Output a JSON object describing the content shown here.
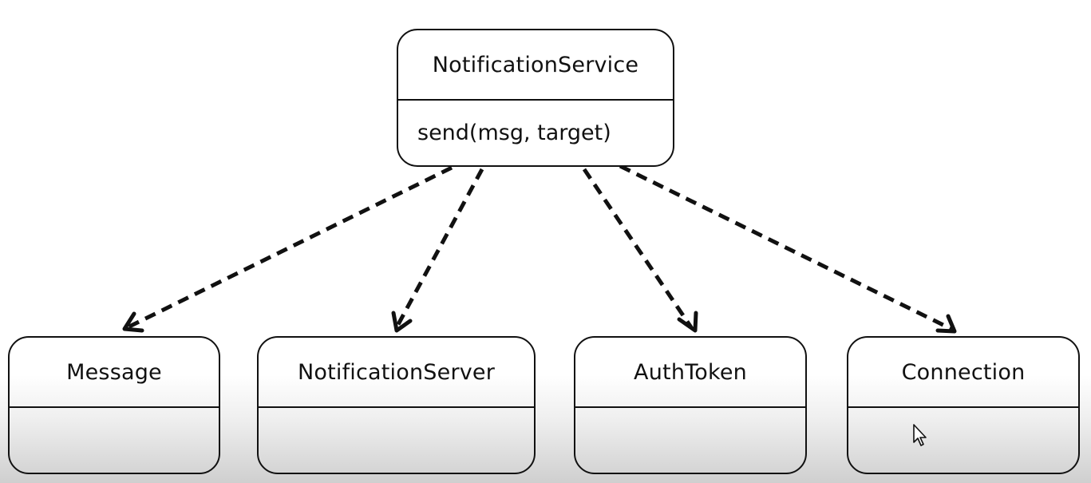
{
  "diagram": {
    "service": {
      "name": "NotificationService",
      "method": "send(msg, target)"
    },
    "dependencies": [
      {
        "name": "Message"
      },
      {
        "name": "NotificationServer"
      },
      {
        "name": "AuthToken"
      },
      {
        "name": "Connection"
      }
    ],
    "edge_style": "dashed-arrow",
    "colors": {
      "line": "#111111",
      "background_bottom": "#cfcfcf"
    }
  }
}
